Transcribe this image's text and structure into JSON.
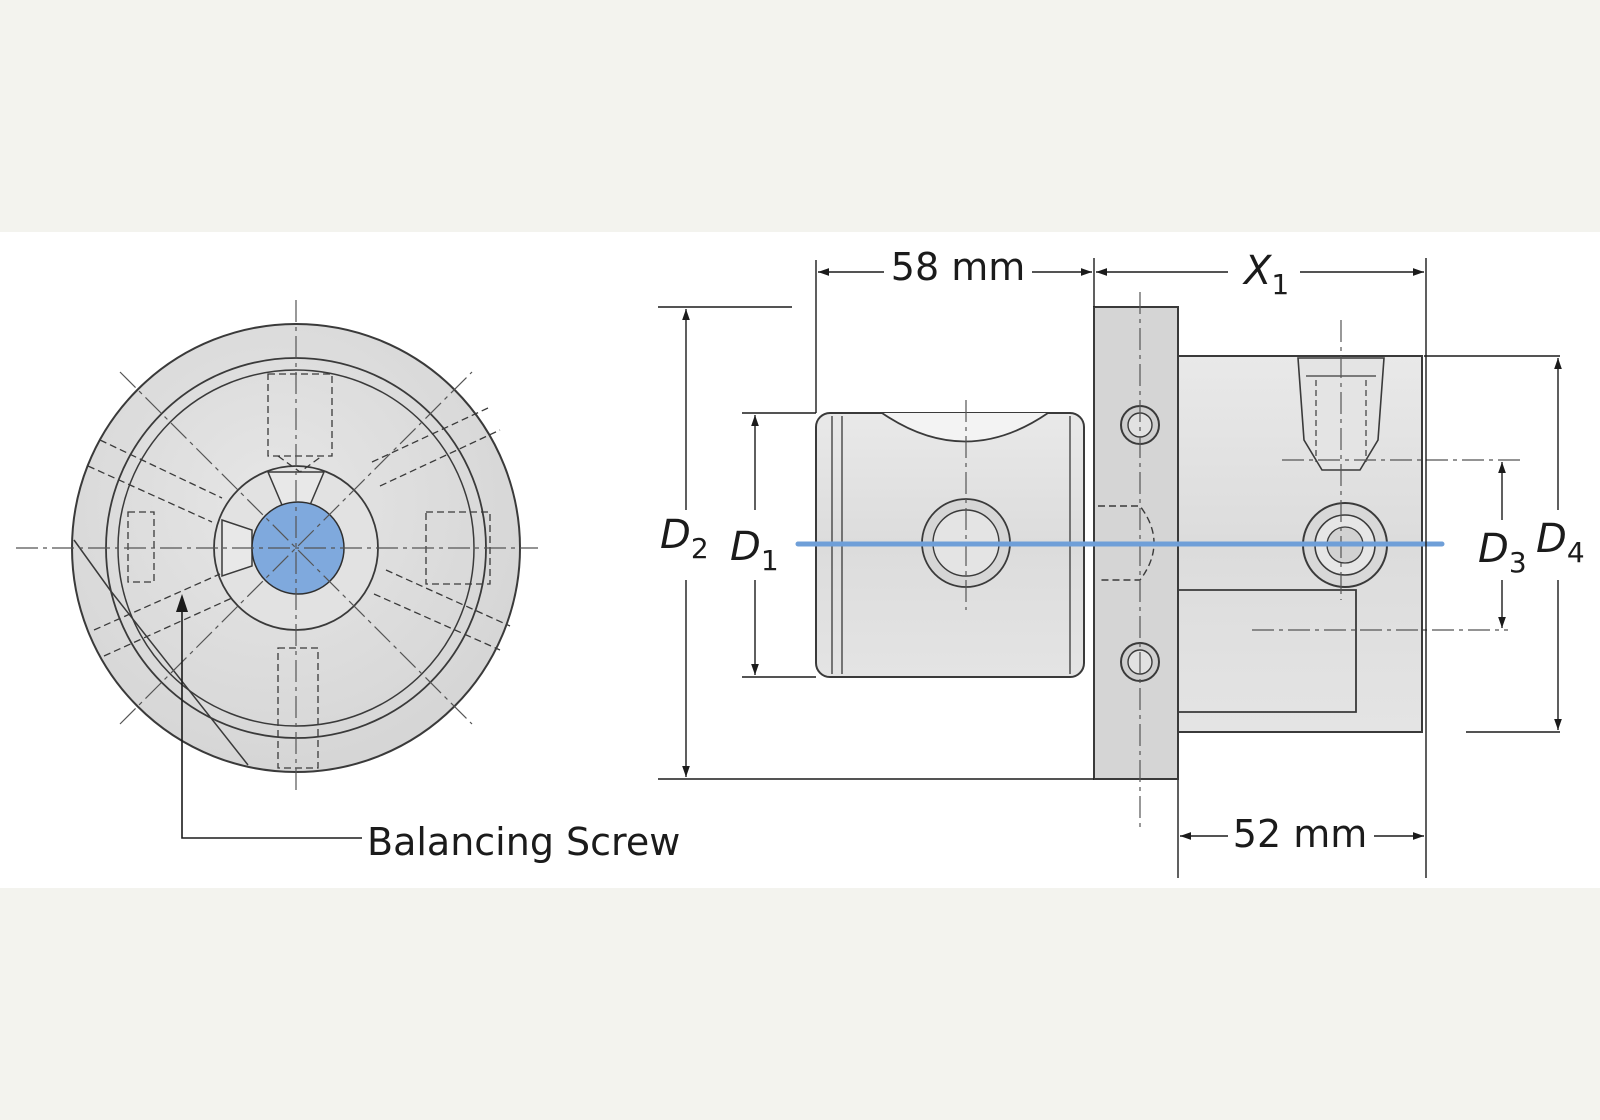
{
  "labels": {
    "dim_58": "58 mm",
    "dim_52": "52 mm",
    "x1_base": "X",
    "x1_sub": "1",
    "d1_base": "D",
    "d1_sub": "1",
    "d2_base": "D",
    "d2_sub": "2",
    "d3_base": "D",
    "d3_sub": "3",
    "d4_base": "D",
    "d4_sub": "4",
    "balancing_screw": "Balancing Screw"
  },
  "colors": {
    "page_background": "#f3f3ee",
    "panel_background": "#ffffff",
    "metal_fill": "#dedede",
    "metal_dark": "#c9c9c9",
    "line": "#3a3a3a",
    "bore_highlight": "#7fa9dd",
    "axis_highlight": "#6f9fd8"
  }
}
